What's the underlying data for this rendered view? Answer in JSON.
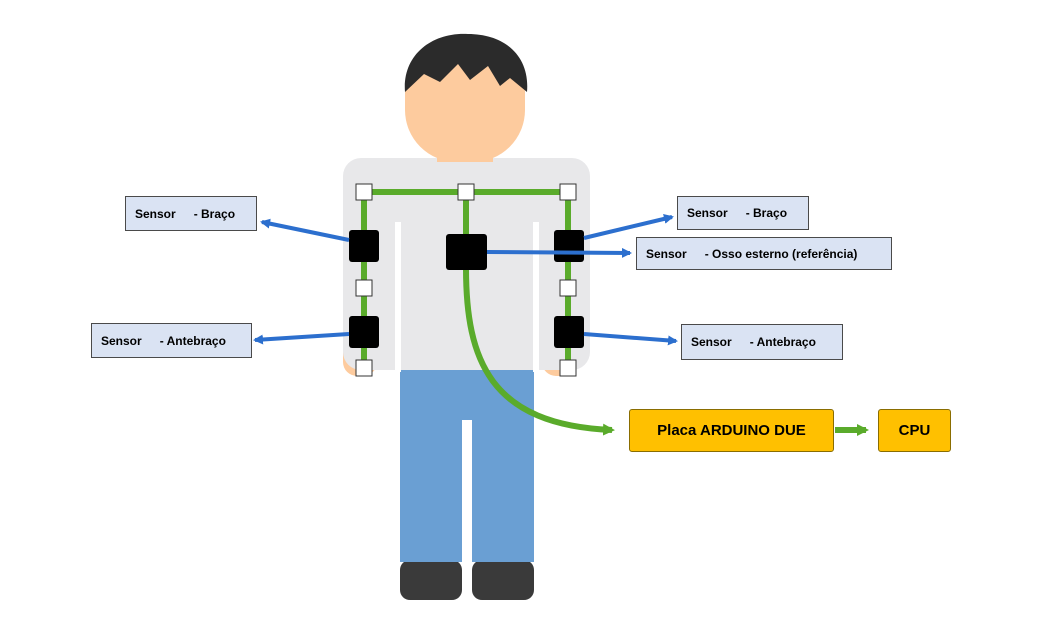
{
  "colors": {
    "skin": "#fdcb9e",
    "hair": "#2b2b2b",
    "shirt": "#e8e8ea",
    "pants": "#6a9fd3",
    "shoes": "#3a3a3a",
    "wiring": "#5aab2b",
    "arrow": "#2c6fce",
    "sensor": "#000000",
    "joint_marker": "#ffffff",
    "label_fill": "#dae3f3",
    "board_fill": "#ffc000"
  },
  "sensor_labels": {
    "left_arm": {
      "word": "Sensor",
      "part": "- Braço"
    },
    "left_forearm": {
      "word": "Sensor",
      "part": "- Antebraço"
    },
    "right_arm": {
      "word": "Sensor",
      "part": "- Braço"
    },
    "sternum": {
      "word": "Sensor",
      "part": "- Osso esterno (referência)"
    },
    "right_forearm": {
      "word": "Sensor",
      "part": "- Antebraço"
    }
  },
  "hardware": {
    "board": "Placa ARDUINO DUE",
    "cpu": "CPU"
  }
}
